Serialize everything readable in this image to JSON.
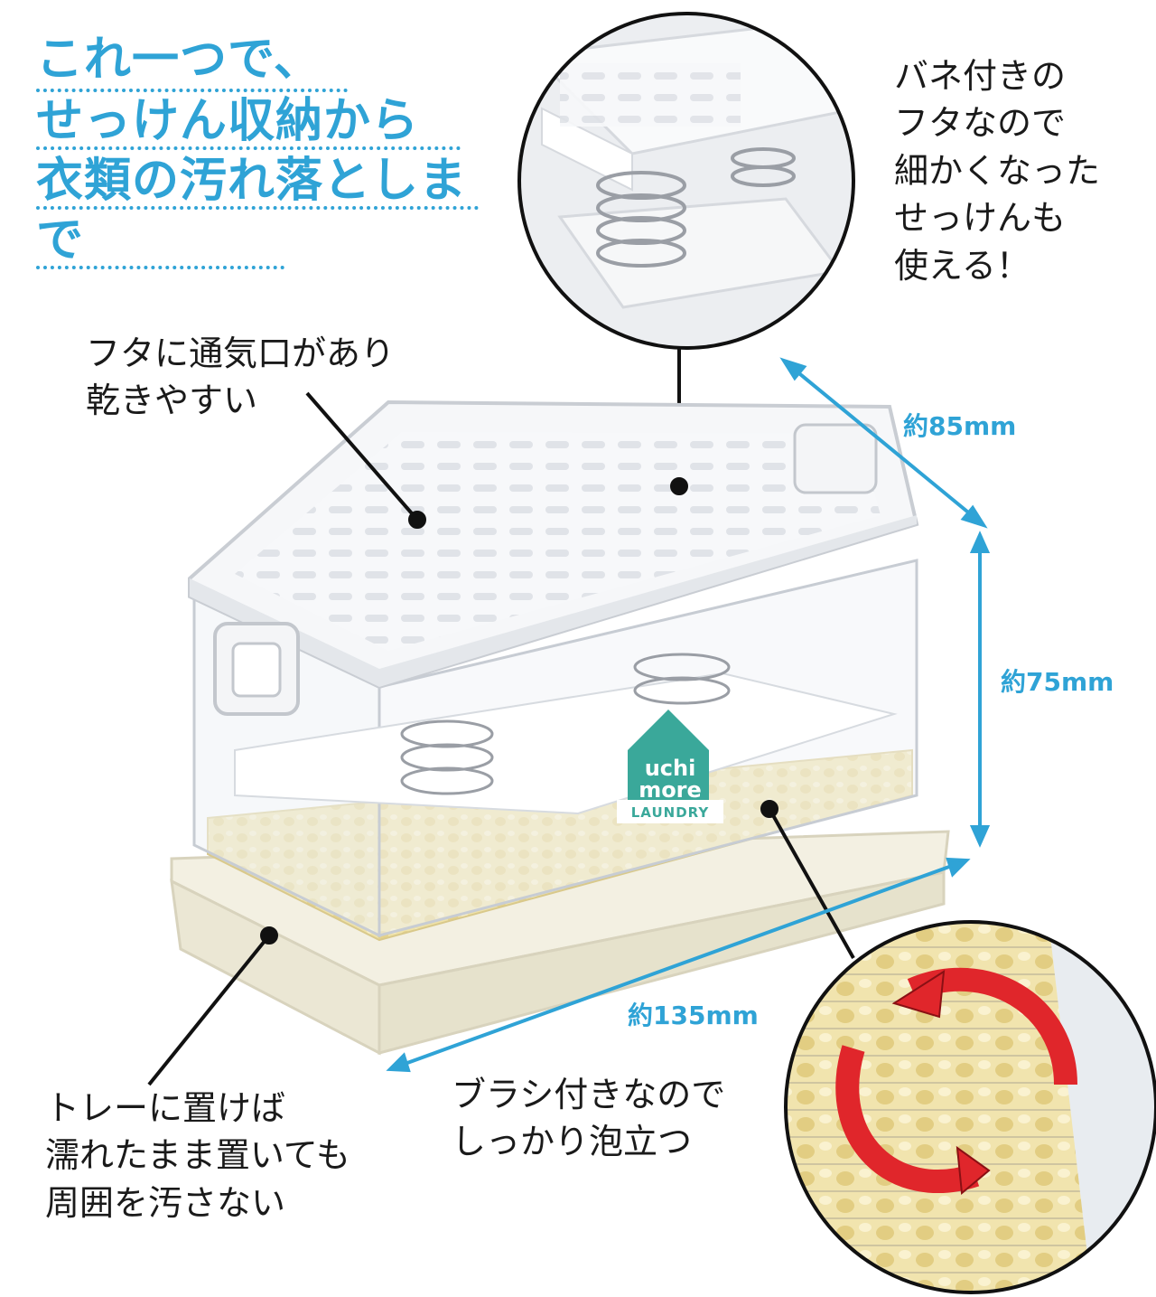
{
  "headline": {
    "lines": [
      "これ一つで、",
      "せっけん収納から",
      "衣類の汚れ落としま",
      "で"
    ]
  },
  "callouts": {
    "spring_lid": "バネ付きの\nフタなので\n細かくなった\nせっけんも\n使える！",
    "vent_lid": "フタに通気口があり\n乾きやすい",
    "tray": "トレーに置けば\n濡れたまま置いても\n周囲を汚さない",
    "brush": "ブラシ付きなので\nしっかり泡立つ"
  },
  "dimensions": {
    "depth": "約85mm",
    "height": "約75mm",
    "width": "約135mm"
  },
  "logo": {
    "brand_line1": "uchi",
    "brand_line2": "more",
    "sub": "LAUNDRY"
  },
  "colors": {
    "accent": "#2fa3d6",
    "logo_teal": "#3aa89a",
    "arrow_red": "#e0262b",
    "brush_yellow": "#efe2a8",
    "tray_cream": "#f3f0e2"
  }
}
